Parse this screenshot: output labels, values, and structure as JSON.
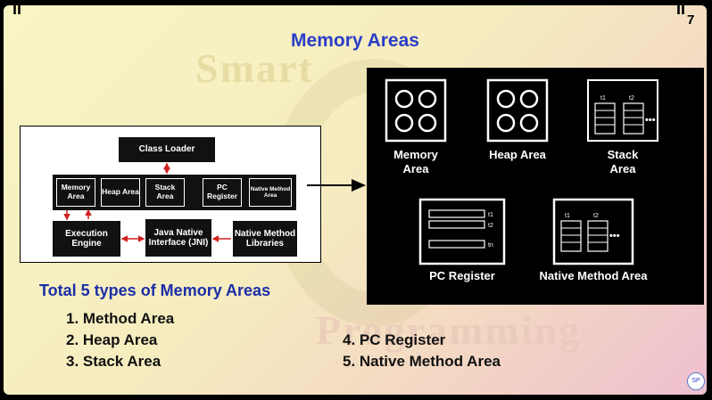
{
  "slide": {
    "title": "Memory Areas",
    "page_number": "7",
    "corner_mark": "II",
    "watermark_top": "Smart",
    "watermark_bottom": "Programming",
    "logo_text": "SP"
  },
  "jvm_diagram": {
    "class_loader": "Class Loader",
    "memory_area": "Memory Area",
    "heap_area": "Heap Area",
    "stack_area": "Stack Area",
    "pc_register": "PC Register",
    "native_method_area": "Native Method Area",
    "execution_engine": "Execution Engine",
    "jni": "Java Native Interface (JNI)",
    "native_libraries": "Native Method Libraries"
  },
  "panel": {
    "memory_area": "Memory Area",
    "heap_area": "Heap Area",
    "stack_area": "Stack Area",
    "pc_register": "PC Register",
    "native_method_area": "Native Method Area",
    "thread_labels": [
      "t1",
      "t2",
      "tn"
    ],
    "ellipsis": "•••"
  },
  "summary": {
    "heading": "Total 5 types of Memory Areas",
    "items": [
      "1. Method Area",
      "2. Heap Area",
      "3. Stack Area",
      "4. PC Register",
      "5. Native Method Area"
    ]
  },
  "colors": {
    "title": "#2a3ec8",
    "subtitle": "#1b2ea8",
    "arrow": "#d02020"
  }
}
